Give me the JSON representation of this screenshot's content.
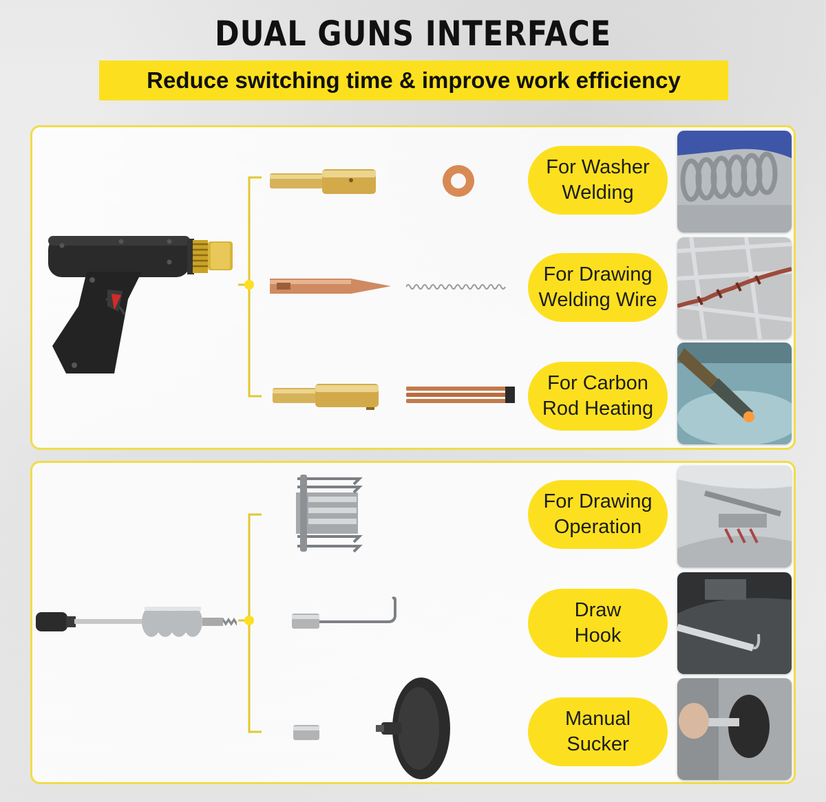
{
  "header": {
    "title": "DUAL GUNS INTERFACE",
    "subtitle": "Reduce switching time & improve work efficiency"
  },
  "colors": {
    "accent": "#fce01f",
    "border": "#f1dc4a",
    "text": "#1d1d1d"
  },
  "panels": [
    {
      "tool": "spot-welding-gun",
      "functions": [
        {
          "line1": "For Washer",
          "line2": "Welding",
          "photo": "washer-welding-photo"
        },
        {
          "line1": "For Drawing",
          "line2": "Welding Wire",
          "photo": "wire-welding-photo"
        },
        {
          "line1": "For Carbon",
          "line2": "Rod Heating",
          "photo": "carbon-rod-photo"
        }
      ]
    },
    {
      "tool": "slide-hammer",
      "functions": [
        {
          "line1": "For Drawing",
          "line2": "Operation",
          "photo": "drawing-operation-photo"
        },
        {
          "line1": "Draw",
          "line2": "Hook",
          "photo": "draw-hook-photo"
        },
        {
          "line1": "Manual",
          "line2": "Sucker",
          "photo": "manual-sucker-photo"
        }
      ]
    }
  ]
}
